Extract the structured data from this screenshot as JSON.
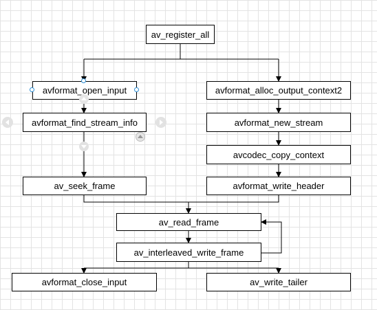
{
  "diagram": {
    "nodes": {
      "register": "av_register_all",
      "open_input": "avformat_open_input",
      "alloc_output": "avformat_alloc_output_context2",
      "find_stream_info": "avformat_find_stream_info",
      "new_stream": "avformat_new_stream",
      "copy_context": "avcodec_copy_context",
      "seek_frame": "av_seek_frame",
      "write_header": "avformat_write_header",
      "read_frame": "av_read_frame",
      "interleaved_write": "av_interleaved_write_frame",
      "close_input": "avformat_close_input",
      "write_tailer": "av_write_tailer"
    },
    "selected_node": "open_input",
    "line_color": "#000000",
    "handle_color": "#2d8fd6",
    "grid_color": "#e3e3e3"
  }
}
